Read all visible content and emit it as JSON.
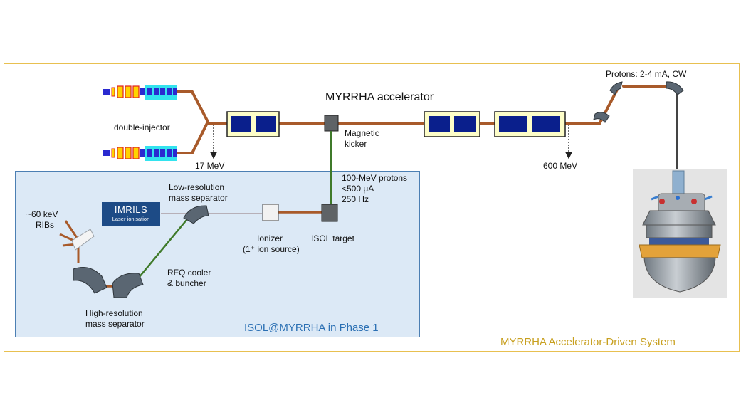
{
  "title": "MYRRHA accelerator",
  "labels": {
    "double_injector": "double-injector",
    "energy_17": "17 MeV",
    "magnetic_kicker_1": "Magnetic",
    "magnetic_kicker_2": "kicker",
    "energy_600": "600 MeV",
    "protons": "Protons: 2-4 mA, CW",
    "beam_params_1": "100-MeV protons",
    "beam_params_2": "<500 μA",
    "beam_params_3": "250 Hz",
    "low_res_1": "Low-resolution",
    "low_res_2": "mass separator",
    "imrils_title": "IMRILS",
    "imrils_sub": "Laser ionisation",
    "ribs_1": "~60 keV",
    "ribs_2": "RIBs",
    "ionizer_1": "Ionizer",
    "ionizer_2": "(1⁺ ion source)",
    "isol_target": "ISOL target",
    "rfq_1": "RFQ cooler",
    "rfq_2": "& buncher",
    "high_res_1": "High-resolution",
    "high_res_2": "mass separator",
    "phase_caption": "ISOL@MYRRHA in Phase 1",
    "system_caption": "MYRRHA Accelerator-Driven System"
  },
  "colors": {
    "beam_pipe": "#a85a2a",
    "module_fill": "#fdfdc8",
    "cavity_fill": "#0a1f8c",
    "frame_outer": "#e8c050",
    "frame_inner_border": "#4c7fb3",
    "frame_inner_fill": "#dce9f6",
    "phase_caption": "#2a6fb3",
    "system_caption": "#c8a020",
    "magnet": "#5a6672",
    "isol_beam": "#3f7a2a"
  }
}
